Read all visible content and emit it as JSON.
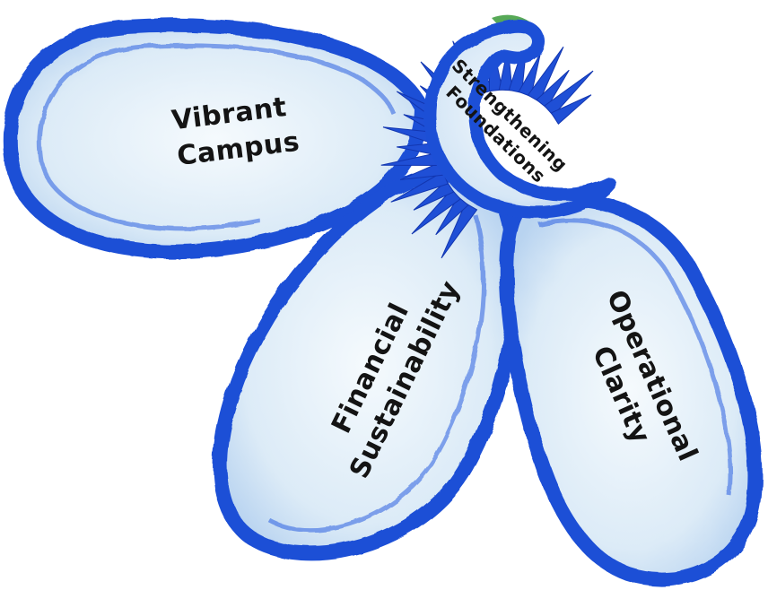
{
  "diagram": {
    "petals": [
      {
        "id": "vibrant-campus",
        "lines": [
          "Vibrant",
          "Campus"
        ]
      },
      {
        "id": "financial-sustainability",
        "lines": [
          "Financial",
          "Sustainability"
        ]
      },
      {
        "id": "operational-clarity",
        "lines": [
          "Operational",
          "Clarity"
        ]
      }
    ],
    "center": {
      "lines": [
        "Strengthening",
        "Foundations"
      ]
    },
    "colors": {
      "outline": "#1f4fd6",
      "outline_dark": "#1236b0",
      "fill": "#dcebf7",
      "fill_light": "#f3f9fd",
      "stem": "#3a9a3a"
    }
  }
}
